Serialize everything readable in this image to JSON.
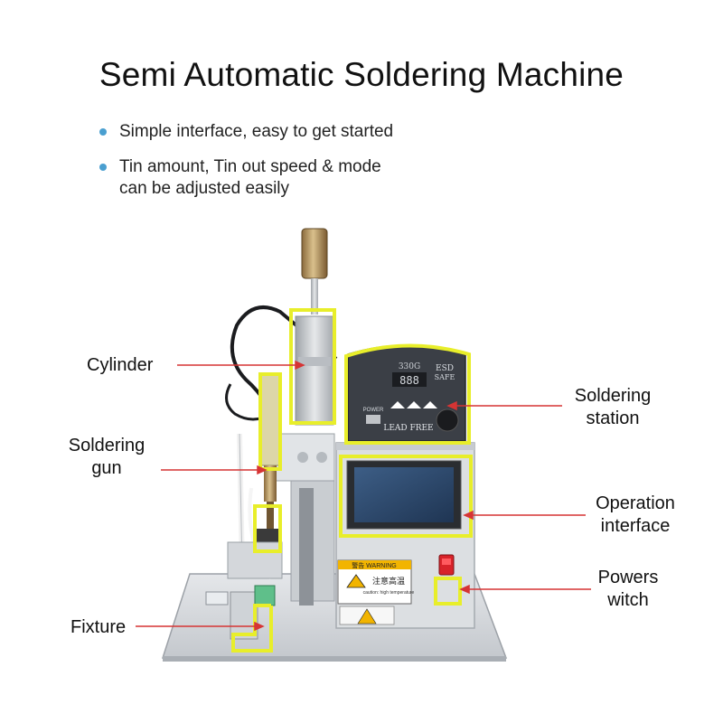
{
  "title": "Semi Automatic Soldering Machine",
  "bullets": [
    {
      "text": "Simple interface, easy to get started"
    },
    {
      "text": "Tin amount, Tin out speed & mode",
      "text2": "can be adjusted easily"
    }
  ],
  "labels": {
    "cylinder": "Cylinder",
    "soldering_gun_1": "Soldering",
    "soldering_gun_2": "gun",
    "fixture": "Fixture",
    "soldering_station_1": "Soldering",
    "soldering_station_2": "station",
    "operation_interface_1": "Operation",
    "operation_interface_2": "interface",
    "power_switch_1": "Powers",
    "power_switch_2": "witch"
  },
  "station_panel": {
    "model": "330G",
    "esd_1": "ESD",
    "esd_2": "SAFE",
    "display": "888",
    "power": "POWER",
    "lead_free": "LEAD FREE"
  },
  "warning_label": {
    "header": "警告 WARNING",
    "cn": "注意高温",
    "en": "caution: high temperature"
  },
  "colors": {
    "highlight": "#e8ee2a",
    "arrow": "#d63434",
    "bullet": "#4a9fd0",
    "station_body": "#3b3f46"
  }
}
